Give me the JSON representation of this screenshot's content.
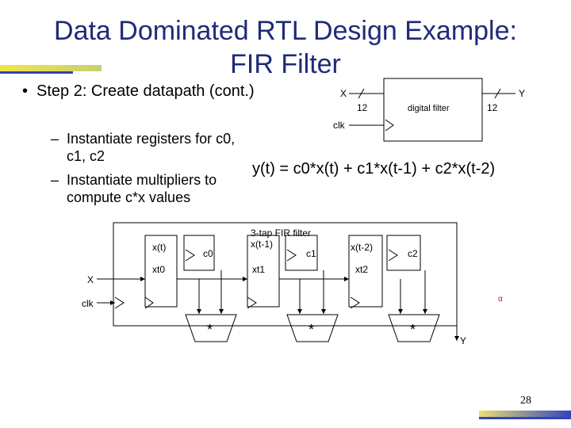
{
  "title_line1": "Data Dominated RTL Design Example:",
  "title_line2": "FIR Filter",
  "bullet": {
    "symbol": "•",
    "text": "Step 2: Create datapath (cont.)"
  },
  "subbullets": [
    {
      "symbol": "–",
      "text": "Instantiate registers for c0, c1, c2"
    },
    {
      "symbol": "–",
      "text": "Instantiate multipliers to compute c*x values"
    }
  ],
  "block_diagram": {
    "input_label": "X",
    "input_width": "12",
    "block_label": "digital filter",
    "clk_label": "clk",
    "output_label": "Y",
    "output_width": "12"
  },
  "equation": "y(t) = c0*x(t) + c1*x(t-1) + c2*x(t-2)",
  "datapath": {
    "caption_line1": "3-tap FIR filter",
    "caption_line2": "x(t-1)",
    "reg_xt_label": "x(t)",
    "reg_xt_name": "xt0",
    "reg_xt1_name": "xt1",
    "reg_xt2_label": "x(t-2)",
    "reg_xt2_name": "xt2",
    "reg_c0": "c0",
    "reg_c1": "c1",
    "reg_c2": "c2",
    "input_x": "X",
    "input_clk": "clk",
    "output_y": "Y",
    "mult_symbol": "*",
    "stray_mark": "α"
  },
  "page_number": "28",
  "colors": {
    "title": "#1f2a7a",
    "deco_blue": "#3344bb",
    "deco_yellow": "#f2e34a",
    "stray": "#cc1111"
  }
}
